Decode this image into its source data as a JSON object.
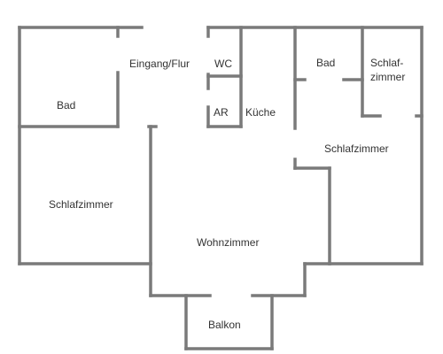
{
  "rooms": {
    "bad_left": "Bad",
    "eingang": "Eingang/Flur",
    "wc": "WC",
    "ar": "AR",
    "kueche": "Küche",
    "bad_right": "Bad",
    "schlaf_small_line1": "Schlaf-",
    "schlaf_small_line2": "zimmer",
    "schlafzimmer_right": "Schlafzimmer",
    "schlafzimmer_left": "Schlafzimmer",
    "wohnzimmer": "Wohnzimmer",
    "balkon": "Balkon"
  },
  "colors": {
    "wall": "#7a7a7a",
    "label": "#333333",
    "background": "#ffffff"
  }
}
